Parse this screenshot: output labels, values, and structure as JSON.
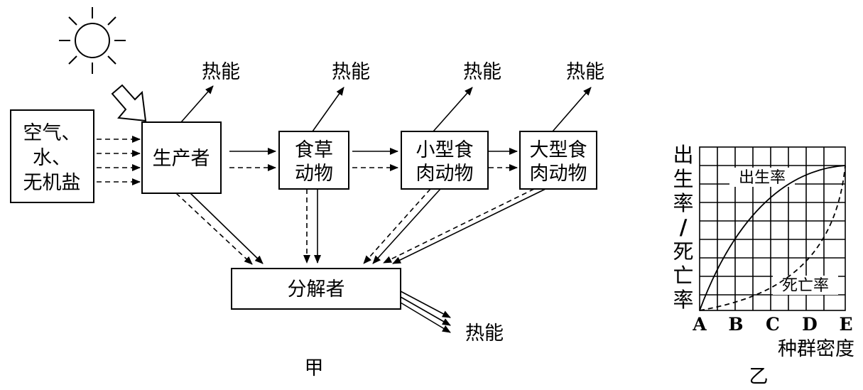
{
  "diagram_jia": {
    "caption": "甲",
    "nodes": {
      "abiotic_line1": "空气、",
      "abiotic_line2": "水、",
      "abiotic_line3": "无机盐",
      "producer": "生产者",
      "herbivore_line1": "食草",
      "herbivore_line2": "动物",
      "small_carnivore_line1": "小型食",
      "small_carnivore_line2": "肉动物",
      "large_carnivore_line1": "大型食",
      "large_carnivore_line2": "肉动物",
      "decomposer": "分解者"
    },
    "heat_label": "热能"
  },
  "diagram_yi": {
    "caption": "乙",
    "y_axis_label": [
      "出",
      "生",
      "率",
      "/",
      "死",
      "亡",
      "率"
    ],
    "x_axis_label": "种群密度",
    "x_ticks": [
      "A",
      "B",
      "C",
      "D",
      "E"
    ],
    "curves": {
      "birth_rate": "出生率",
      "death_rate": "死亡率"
    }
  }
}
